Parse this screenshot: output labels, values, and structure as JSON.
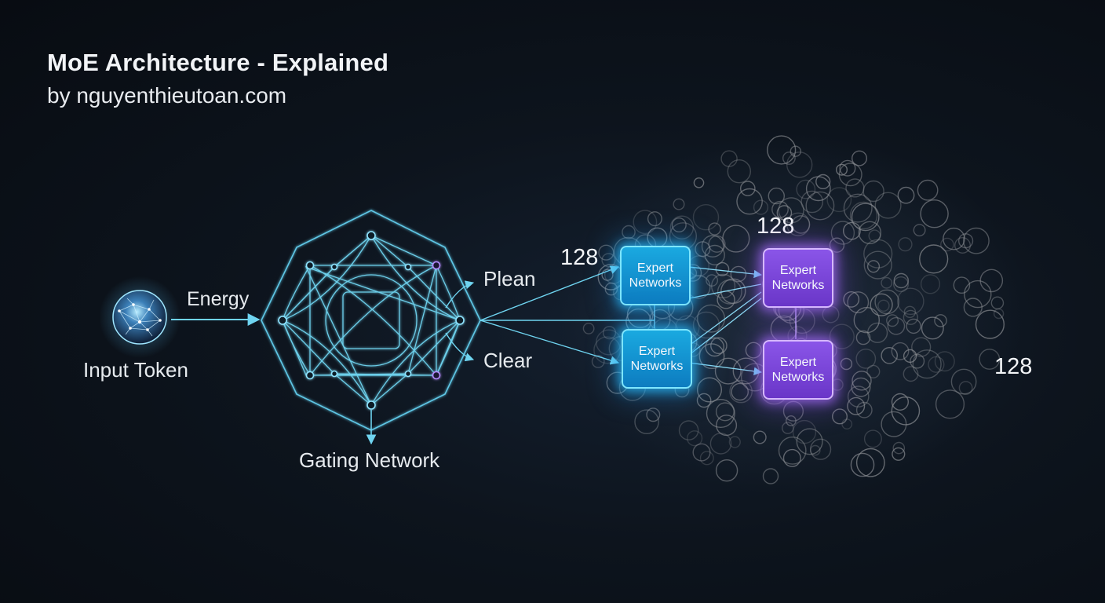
{
  "title": "MoE Architecture - Explained",
  "subtitle": "by nguyenthieutoan.com",
  "labels": {
    "input_token": "Input Token",
    "energy": "Energy",
    "gating_network": "Gating Network",
    "plean": "Plean",
    "clear": "Clear"
  },
  "counts": {
    "left": "128",
    "top": "128",
    "right": "128"
  },
  "experts": [
    {
      "line1": "Expert",
      "line2": "Networks",
      "color": "cyan"
    },
    {
      "line1": "Expert",
      "line2": "Networks",
      "color": "cyan"
    },
    {
      "line1": "Expert",
      "line2": "Networks",
      "color": "purple"
    },
    {
      "line1": "Expert",
      "line2": "Networks",
      "color": "purple"
    }
  ],
  "colors": {
    "background": "#0b1018",
    "line": "#6fd4f0",
    "expert_cyan": "#1aa9e0",
    "expert_purple": "#8a55e8",
    "bubble": "#8c8f94"
  }
}
